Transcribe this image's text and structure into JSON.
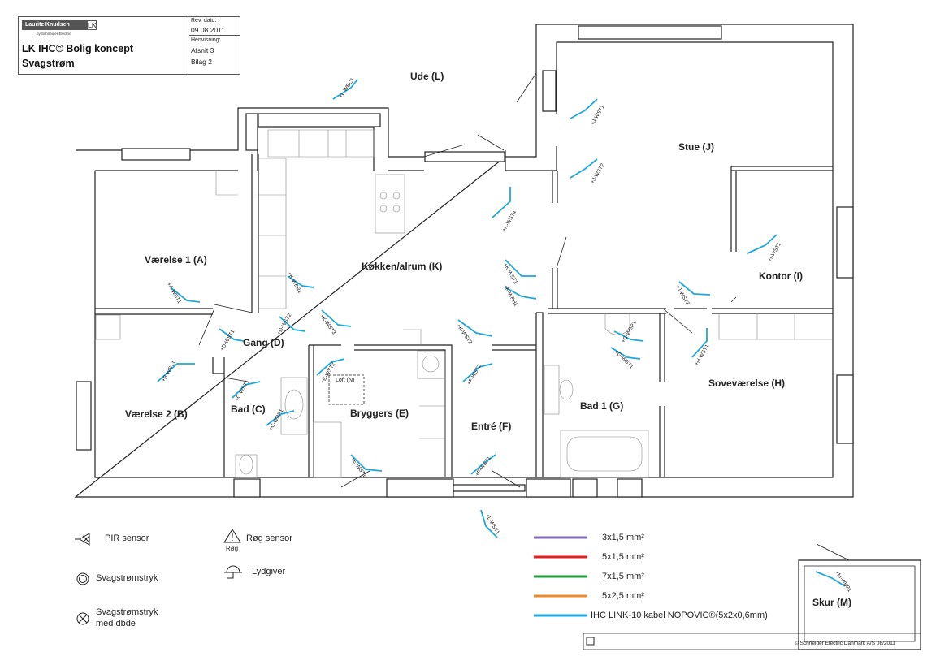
{
  "title_block": {
    "company": "Lauritz Knudsen",
    "company_k": "LK",
    "subtitle": "by Schneider Electric",
    "title_line1": "LK IHC© Bolig koncept",
    "title_line2": "Svagstrøm",
    "rev_label": "Rev. dato:",
    "rev_date": "09.08.2011",
    "ref_label": "Henvisning:",
    "ref_1": "Afsnit 3",
    "ref_2": "Bilag 2"
  },
  "rooms": {
    "ude": "Ude (L)",
    "stue": "Stue (J)",
    "vaerelse1": "Værelse 1 (A)",
    "kokken": "Køkken/alrum (K)",
    "kontor": "Kontor (I)",
    "gang": "Gang (D)",
    "vaerelse2": "Værelse 2 (B)",
    "bad_c": "Bad (C)",
    "bryggers": "Bryggers (E)",
    "entre": "Entré (F)",
    "bad1": "Bad 1 (G)",
    "sovevaerelse": "Soveværelse (H)",
    "skur": "Skur (M)",
    "loft": "Loft (N)"
  },
  "cables": [
    {
      "id": "wbc1",
      "label": "+L-WBC1"
    },
    {
      "id": "jwst1",
      "label": "+J-WST1"
    },
    {
      "id": "jwst2",
      "label": "+J-WST2"
    },
    {
      "id": "kwst4",
      "label": "+K-WST4"
    },
    {
      "id": "iwst1",
      "label": "+I-WST1"
    },
    {
      "id": "awst1",
      "label": "+A-WST1"
    },
    {
      "id": "kwbr1",
      "label": "+K-WBR1"
    },
    {
      "id": "kwst1",
      "label": "+K-WST1"
    },
    {
      "id": "kwph1",
      "label": "+K-WPH1"
    },
    {
      "id": "jwst3",
      "label": "+J-WST3"
    },
    {
      "id": "dwst2",
      "label": "+D-WST2"
    },
    {
      "id": "kwst3",
      "label": "+K-WST3"
    },
    {
      "id": "dwst1",
      "label": "+D-WST1"
    },
    {
      "id": "kwst2",
      "label": "+K-WST2"
    },
    {
      "id": "gwbp1",
      "label": "+G-WBP1"
    },
    {
      "id": "gwst1",
      "label": "+G-WST1"
    },
    {
      "id": "hwst1",
      "label": "+H-WST1"
    },
    {
      "id": "bwst1",
      "label": "+B-WST1"
    },
    {
      "id": "ewst2",
      "label": "+E-WST2"
    },
    {
      "id": "fwst2",
      "label": "+F-WST2"
    },
    {
      "id": "cwst1",
      "label": "+C-WST1"
    },
    {
      "id": "cwbp1",
      "label": "+C-WBP1"
    },
    {
      "id": "ewst1",
      "label": "+E-WST1"
    },
    {
      "id": "fwst1",
      "label": "+F-WST1"
    },
    {
      "id": "lwst1",
      "label": "+L-WST1"
    },
    {
      "id": "mwbp1",
      "label": "+M-WBP1"
    }
  ],
  "symbols": {
    "pir": "PIR sensor",
    "smoke": "Røg sensor",
    "smoke_sub": "Røg",
    "svag_tryk": "Svagstrømstryk",
    "svag_tryk_diode_1": "Svagstrømstryk",
    "svag_tryk_diode_2": "med dbde",
    "sounder": "Lydgiver",
    "pir_icon": "pir-sensor-icon",
    "smoke_icon": "smoke-sensor-icon",
    "push_icon": "push-button-icon",
    "push_diode_icon": "push-button-diode-icon",
    "sounder_icon": "sounder-icon"
  },
  "cable_legend": [
    {
      "label": "3x1,5 mm²",
      "color": "#7e6bb3"
    },
    {
      "label": "5x1,5 mm²",
      "color": "#e02020"
    },
    {
      "label": "7x1,5 mm²",
      "color": "#1f9e3a"
    },
    {
      "label": "5x2,5 mm²",
      "color": "#f08a2a"
    },
    {
      "label": "IHC LINK-10 kabel NOPOVIC®(5x2x0,6mm)",
      "color": "#1ea7dc"
    }
  ],
  "footer": "© Schneider Electric Danmark A/S 08/2011"
}
